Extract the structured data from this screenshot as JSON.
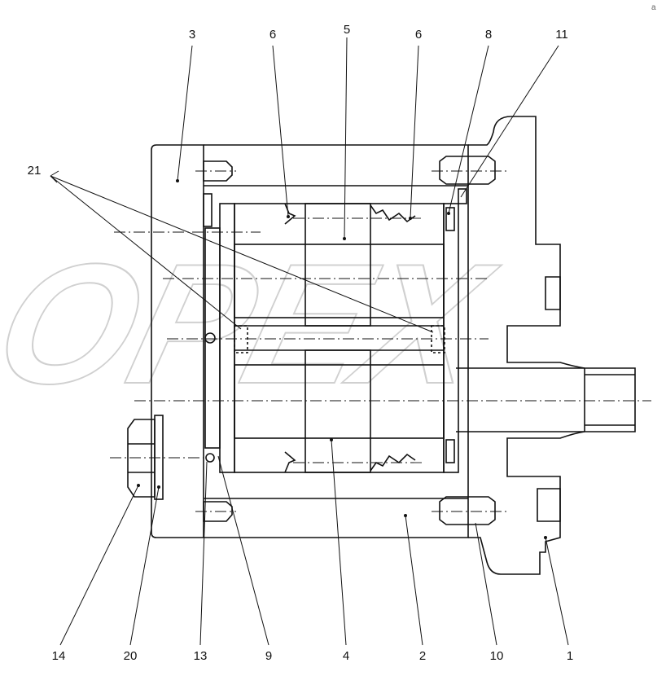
{
  "diagram": {
    "callouts": [
      {
        "id": "c3",
        "text": "3"
      },
      {
        "id": "c6a",
        "text": "6"
      },
      {
        "id": "c5",
        "text": "5"
      },
      {
        "id": "c6b",
        "text": "6"
      },
      {
        "id": "c8",
        "text": "8"
      },
      {
        "id": "c11",
        "text": "11"
      },
      {
        "id": "c21",
        "text": "21"
      },
      {
        "id": "c14",
        "text": "14"
      },
      {
        "id": "c20",
        "text": "20"
      },
      {
        "id": "c13",
        "text": "13"
      },
      {
        "id": "c9",
        "text": "9"
      },
      {
        "id": "c4",
        "text": "4"
      },
      {
        "id": "c2",
        "text": "2"
      },
      {
        "id": "c10",
        "text": "10"
      },
      {
        "id": "c1",
        "text": "1"
      }
    ],
    "watermark": "OPEX",
    "corner_mark": "a"
  },
  "colors": {
    "line": "#111111",
    "watermark": "#d0d0d0",
    "background": "#ffffff"
  }
}
